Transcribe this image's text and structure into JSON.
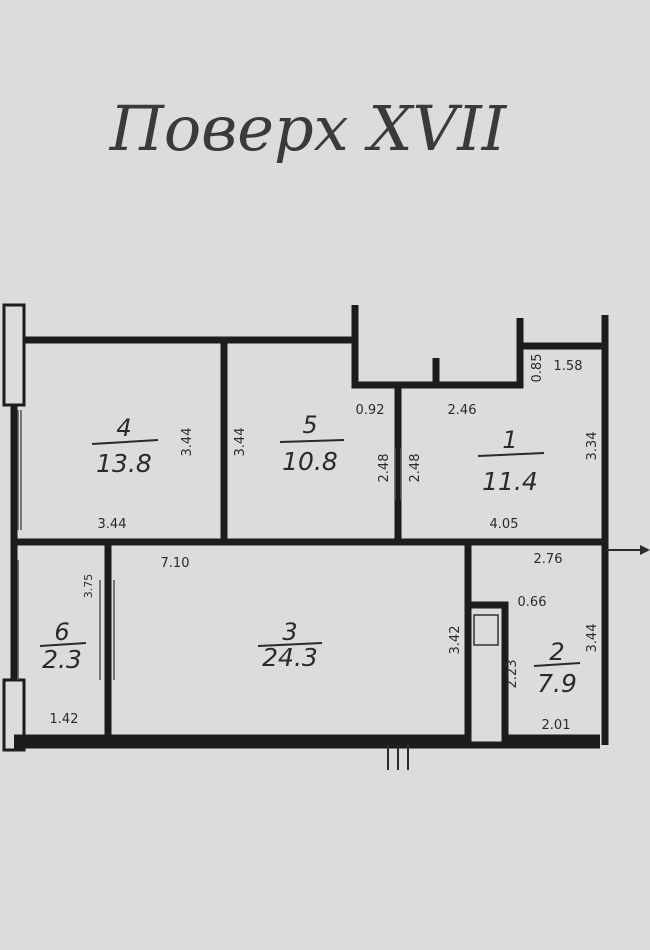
{
  "title": "Поверх XVII",
  "rooms": [
    {
      "number": "1",
      "area": "11.4"
    },
    {
      "number": "2",
      "area": "7.9"
    },
    {
      "number": "3",
      "area": "24.3"
    },
    {
      "number": "4",
      "area": "13.8"
    },
    {
      "number": "5",
      "area": "10.8"
    },
    {
      "number": "6",
      "area": "2.3"
    }
  ],
  "dimensions": {
    "room4_height": "3.44",
    "room4_width": "3.44",
    "room5_height": "3.44",
    "room5_offset": "0.92",
    "room5_side": "2.48",
    "room1_side": "2.48",
    "room1_top": "2.46",
    "room1_right": "3.34",
    "room1_bottom": "4.05",
    "balcony_width": "1.58",
    "balcony_depth": "0.85",
    "room3_width": "7.10",
    "room3_height": "3.42",
    "room2_top": "2.76",
    "room2_right": "3.44",
    "room2_bottom": "2.01",
    "room2_left": "2.23",
    "shaft": "0.66",
    "room6_width": "1.42",
    "room6_top": "3.75"
  }
}
